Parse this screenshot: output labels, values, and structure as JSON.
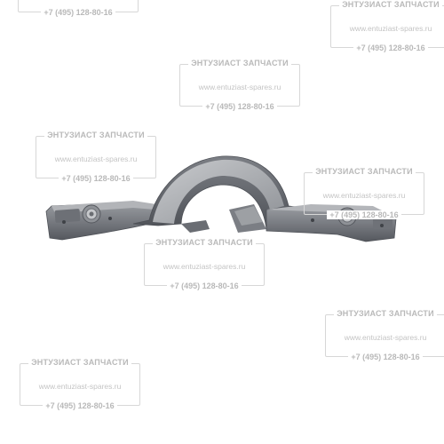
{
  "watermark": {
    "title": "ЭНТУЗИАСТ ЗАПЧАСТИ",
    "url": "www.entuziast-spares.ru",
    "phone": "+7 (495) 128-80-16"
  },
  "colors": {
    "background": "#ffffff",
    "part_dark": "#5f6268",
    "part_mid": "#8b8e93",
    "part_light": "#b8babe",
    "watermark": "#bdbdbd"
  }
}
